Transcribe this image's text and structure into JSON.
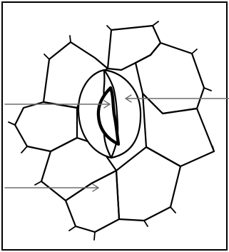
{
  "figure": {
    "subject": "stomata-diagram",
    "colors": {
      "background": "#ffffff",
      "stroke": "#000000",
      "arrow": "#6f6f6f"
    },
    "arrows": [
      {
        "name": "arrow-stomatal-pore"
      },
      {
        "name": "arrow-guard-cell"
      },
      {
        "name": "arrow-epidermal-cell"
      }
    ]
  }
}
